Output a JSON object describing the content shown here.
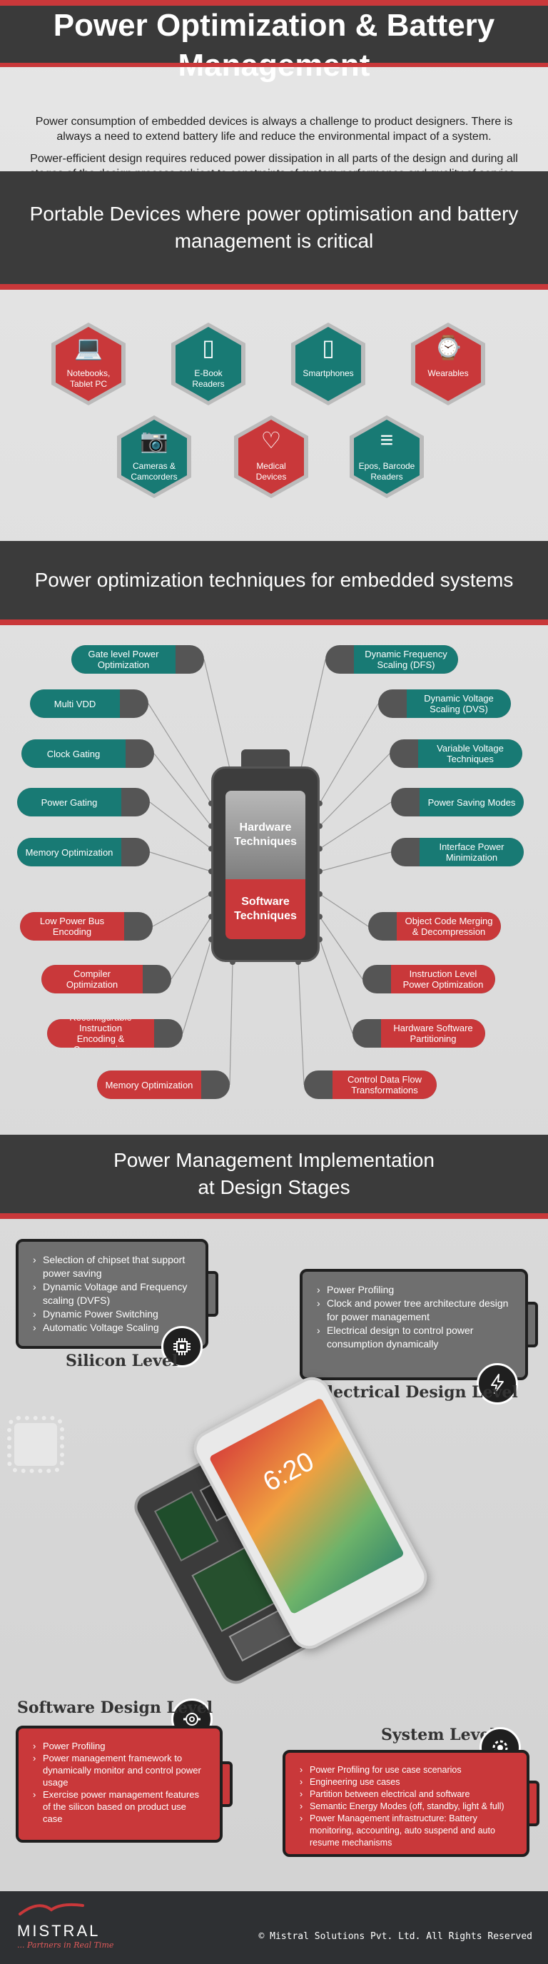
{
  "header": {
    "title_line1": "Power Optimization & Battery",
    "title_line2": "Management"
  },
  "intro": {
    "p1": "Power consumption of embedded devices is always a challenge to product designers. There is always a need to extend battery life and reduce the environmental impact of a system.",
    "p2": "Power-efficient design requires reduced power dissipation in all parts of the design and during all stages of the design process subject to constraints of system performance and quality of service."
  },
  "section_devices": {
    "title_line1": "Portable Devices where power optimisation and battery",
    "title_line2": "management is critical",
    "devices": [
      {
        "label1": "Notebooks,",
        "label2": "Tablet PC",
        "icon": "laptop-icon",
        "color": "#c9383a"
      },
      {
        "label1": "E-Book",
        "label2": "Readers",
        "icon": "ebook-icon",
        "color": "#187a74"
      },
      {
        "label1": "Smartphones",
        "label2": "",
        "icon": "smartphone-icon",
        "color": "#187a74"
      },
      {
        "label1": "Wearables",
        "label2": "",
        "icon": "smartwatch-icon",
        "color": "#c9383a"
      },
      {
        "label1": "Cameras &",
        "label2": "Camcorders",
        "icon": "camera-icon",
        "color": "#187a74"
      },
      {
        "label1": "Medical",
        "label2": "Devices",
        "icon": "medical-monitor-icon",
        "color": "#c9383a"
      },
      {
        "label1": "Epos, Barcode",
        "label2": "Readers",
        "icon": "barcode-scanner-icon",
        "color": "#187a74"
      }
    ]
  },
  "section_techniques": {
    "title": "Power optimization techniques for embedded systems",
    "battery": {
      "hardware_line1": "Hardware",
      "hardware_line2": "Techniques",
      "software_line1": "Software",
      "software_line2": "Techniques"
    },
    "left": [
      {
        "line1": "Gate level Power",
        "line2": "Optimization",
        "color": "#187a74"
      },
      {
        "line1": "Multi VDD",
        "line2": "",
        "color": "#187a74"
      },
      {
        "line1": "Clock Gating",
        "line2": "",
        "color": "#187a74"
      },
      {
        "line1": "Power Gating",
        "line2": "",
        "color": "#187a74"
      },
      {
        "line1": "Memory Optimization",
        "line2": "",
        "color": "#187a74"
      },
      {
        "line1": "Low Power Bus",
        "line2": "Encoding",
        "color": "#c9383a"
      },
      {
        "line1": "Compiler",
        "line2": "Optimization",
        "color": "#c9383a"
      },
      {
        "line1": "Reconfigurable Instruction",
        "line2": "Encoding & Compression",
        "color": "#c9383a"
      },
      {
        "line1": "Memory Optimization",
        "line2": "",
        "color": "#c9383a"
      }
    ],
    "right": [
      {
        "line1": "Dynamic Frequency",
        "line2": "Scaling (DFS)",
        "color": "#187a74"
      },
      {
        "line1": "Dynamic Voltage",
        "line2": "Scaling (DVS)",
        "color": "#187a74"
      },
      {
        "line1": "Variable Voltage",
        "line2": "Techniques",
        "color": "#187a74"
      },
      {
        "line1": "Power Saving Modes",
        "line2": "",
        "color": "#187a74"
      },
      {
        "line1": "Interface Power",
        "line2": "Minimization",
        "color": "#187a74"
      },
      {
        "line1": "Object Code Merging",
        "line2": "& Decompression",
        "color": "#c9383a"
      },
      {
        "line1": "Instruction Level",
        "line2": "Power Optimization",
        "color": "#c9383a"
      },
      {
        "line1": "Hardware Software",
        "line2": "Partitioning",
        "color": "#c9383a"
      },
      {
        "line1": "Control Data Flow",
        "line2": "Transformations",
        "color": "#c9383a"
      }
    ]
  },
  "section_stages": {
    "title_line1": "Power Management Implementation",
    "title_line2": "at Design Stages",
    "silicon": {
      "label": "Silicon Level",
      "icon": "chip-icon",
      "items": [
        "Selection of chipset that support power saving",
        "Dynamic Voltage and Frequency scaling (DVFS)",
        "Dynamic Power Switching",
        "Automatic Voltage Scaling"
      ]
    },
    "electrical": {
      "label": "Electrical Design Level",
      "icon": "power-bolt-icon",
      "items": [
        "Power Profiling",
        "Clock and power tree architecture design for power management",
        "Electrical design to control power consumption dynamically"
      ]
    },
    "software": {
      "label": "Software Design Level",
      "icon": "settings-gear-icon",
      "items": [
        "Power Profiling",
        "Power management framework to dynamically monitor and control power usage",
        "Exercise power management features of the silicon based on product use case"
      ]
    },
    "system": {
      "label": "System Level",
      "icon": "system-gear-icon",
      "items": [
        "Power Profiling for use case scenarios",
        "Engineering use cases",
        "Partition between electrical and software",
        "Semantic Energy Modes (off, standby, light & full)",
        "Power Management infrastructure: Battery monitoring, accounting, auto suspend and auto resume mechanisms"
      ]
    },
    "phone_time": "6:20"
  },
  "footer": {
    "brand": "MISTRAL",
    "tagline": "... Partners in Real Time",
    "copyright": "© Mistral Solutions Pvt. Ltd. All Rights Reserved"
  },
  "colors": {
    "accent_red": "#c9383a",
    "accent_teal": "#187a74",
    "dark": "#3b3b3b"
  }
}
